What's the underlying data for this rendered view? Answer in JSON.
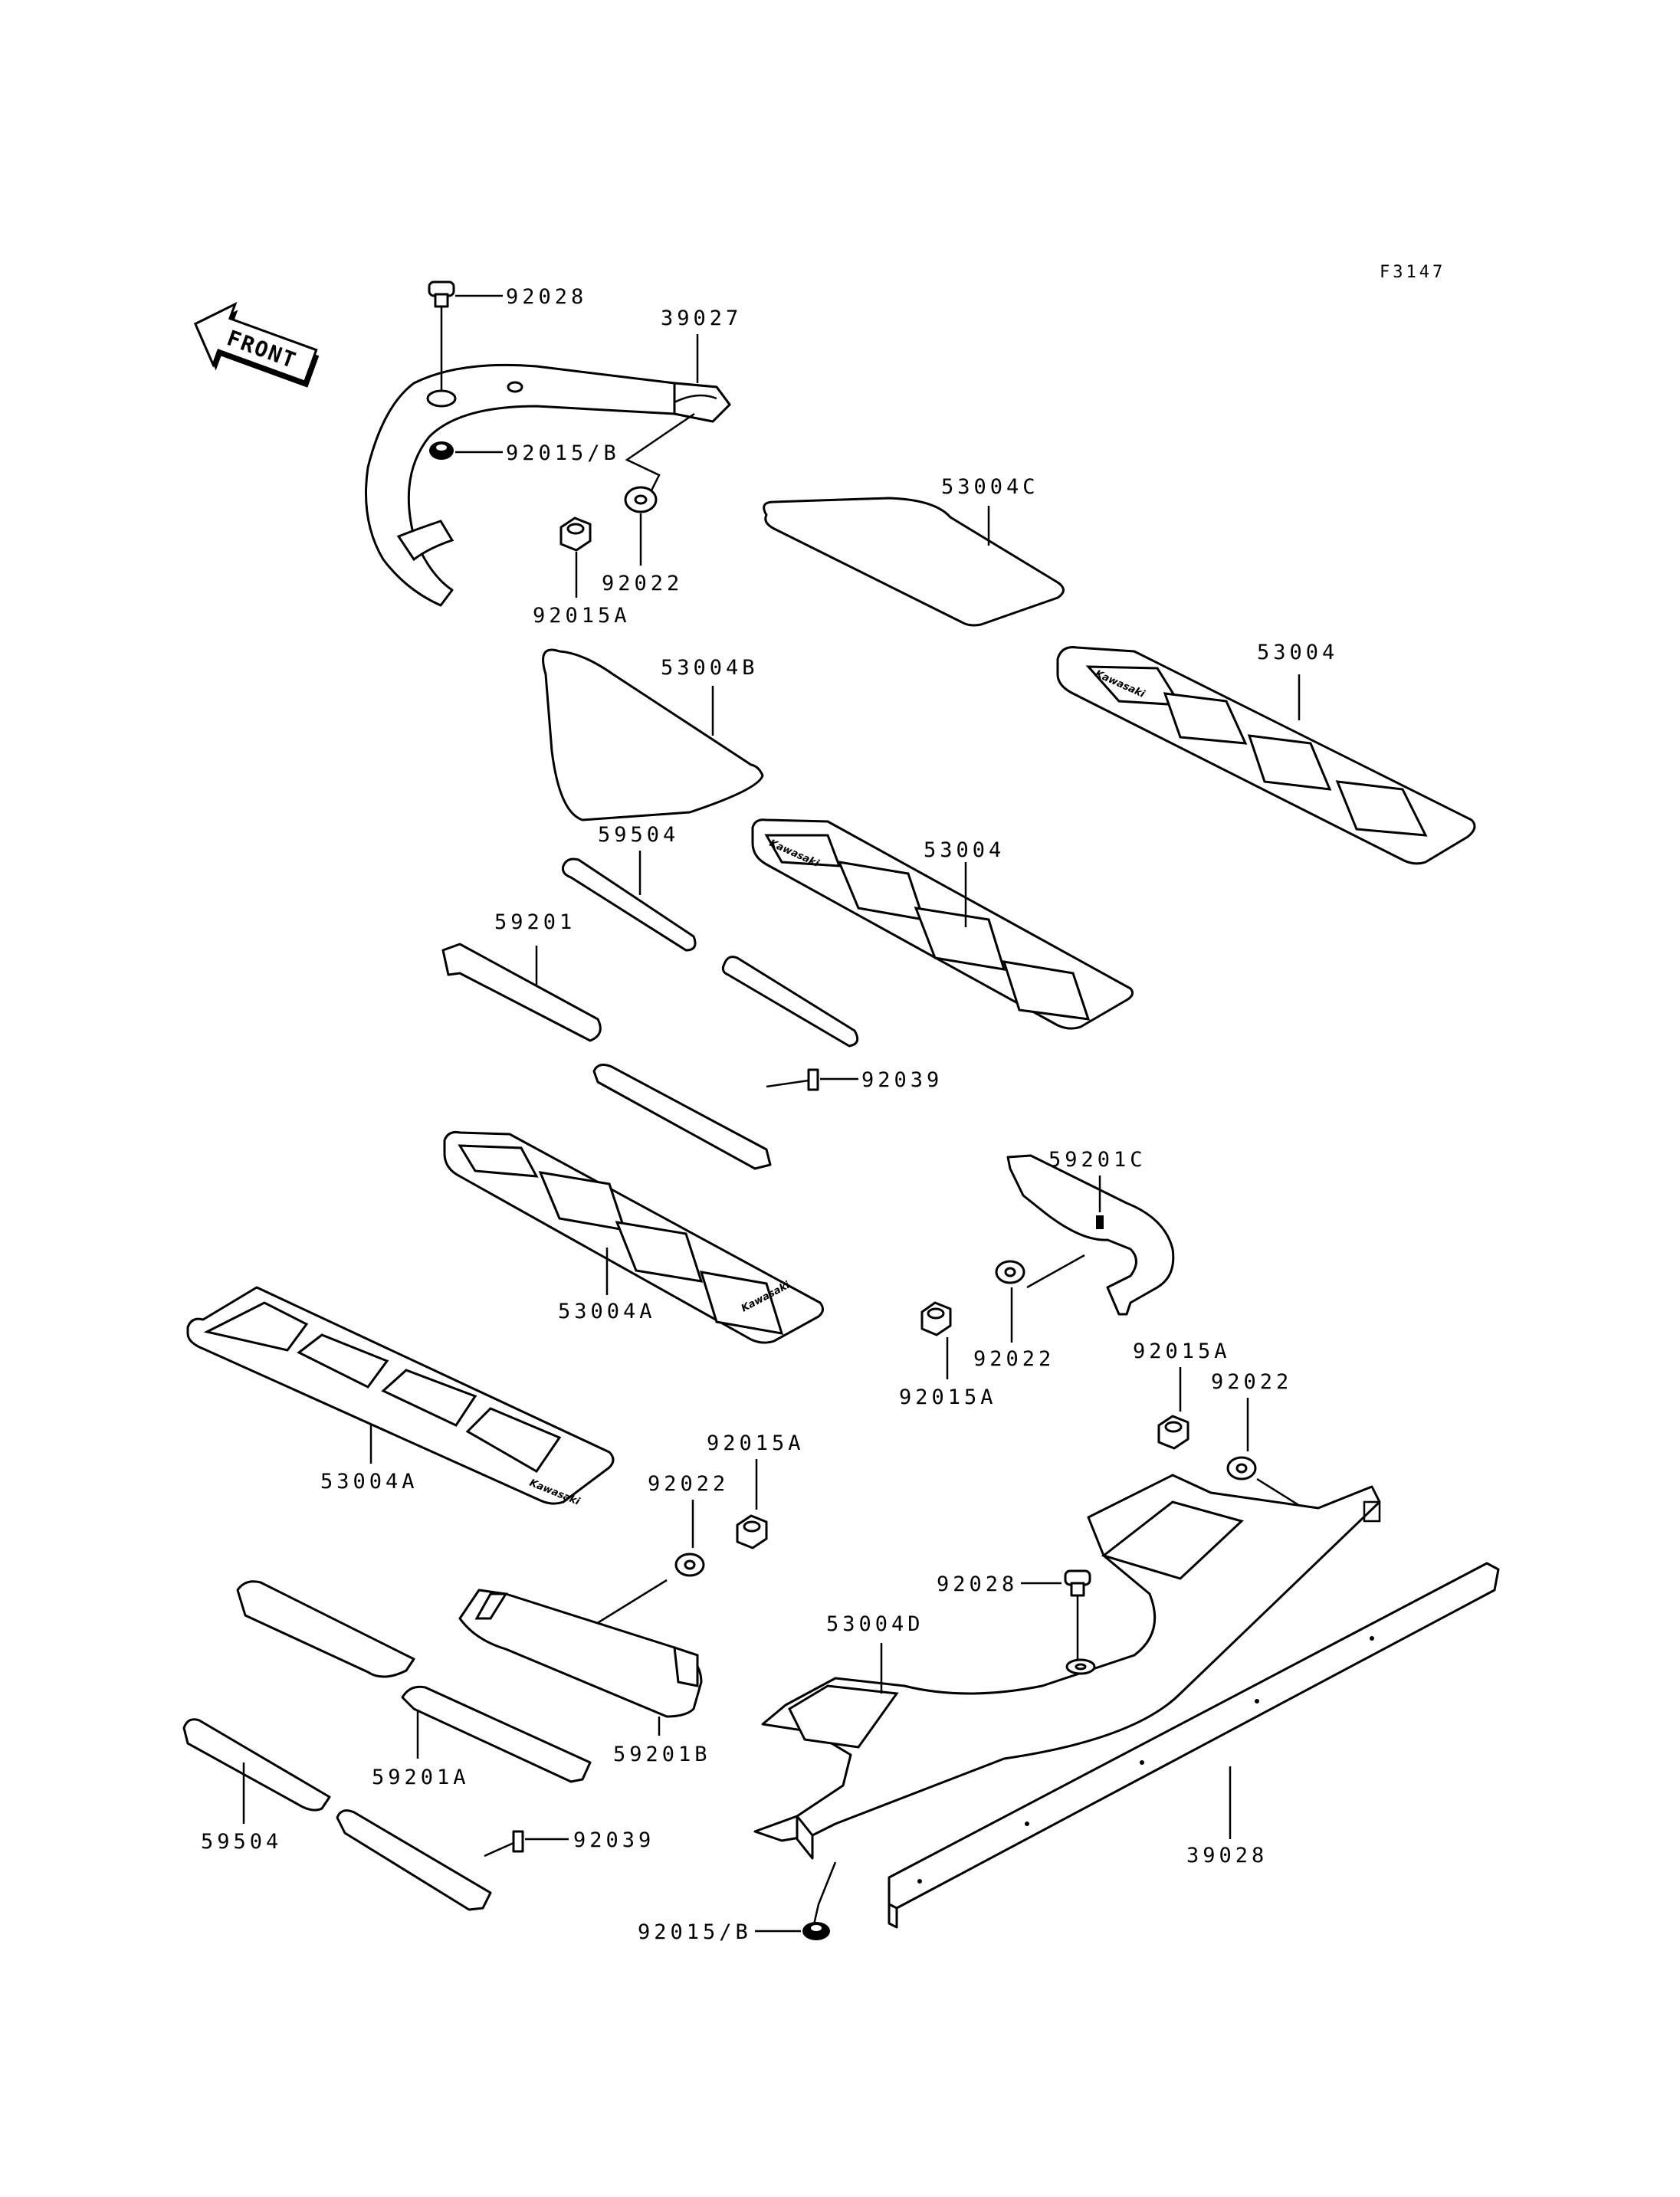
{
  "figure_code": "F3147",
  "front_label": "FRONT",
  "brand_mark": "Kawasaki",
  "labels": {
    "p92028_top": "92028",
    "p39027": "39027",
    "p92015b_top": "92015/B",
    "p92022_top": "92022",
    "p92015a_top": "92015A",
    "p53004c": "53004C",
    "p53004b": "53004B",
    "p53004_right": "53004",
    "p53004_mid": "53004",
    "p59504_top": "59504",
    "p59201": "59201",
    "p92039_top": "92039",
    "p53004a_mid": "53004A",
    "p59201c": "59201C",
    "p92022_mid": "92022",
    "p92015a_mid": "92015A",
    "p92015a_right": "92015A",
    "p92022_right": "92022",
    "p53004a_left": "53004A",
    "p92015a_low": "92015A",
    "p92022_low": "92022",
    "p92028_low": "92028",
    "p53004d": "53004D",
    "p59201b": "59201B",
    "p59201a": "59201A",
    "p59504_low": "59504",
    "p92039_low": "92039",
    "p39028": "39028",
    "p92015b_low": "92015/B"
  }
}
